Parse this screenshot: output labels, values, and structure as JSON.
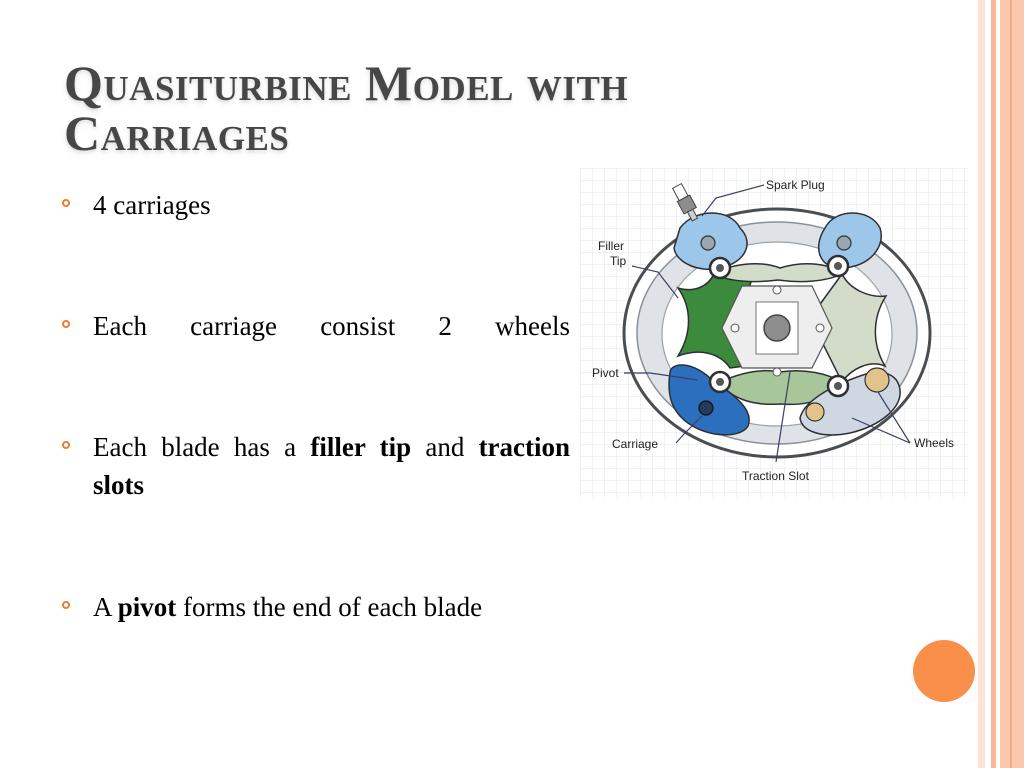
{
  "slide": {
    "title": "Quasiturbine Model with Carriages",
    "bullets": [
      {
        "text": "4 carriages"
      },
      {
        "text": "Each carriage consist 2 wheels"
      },
      {
        "pre": "Each blade has a ",
        "bold1": "filler tip",
        "mid": " and ",
        "bold2": "traction slots"
      },
      {
        "pre": "A ",
        "bold1": "pivot",
        "post": " forms the end of each blade"
      }
    ]
  },
  "figure": {
    "labels": {
      "spark_plug": "Spark Plug",
      "filler": "Filler",
      "tip": "Tip",
      "pivot": "Pivot",
      "carriage": "Carriage",
      "traction_slot": "Traction Slot",
      "wheels": "Wheels"
    }
  },
  "theme": {
    "accent": "#f47c2c",
    "circle": "#fa8e4b",
    "stripes": [
      "#fde3d6",
      "#f9b597",
      "#fbc8ae"
    ],
    "title_color": "#474747"
  }
}
